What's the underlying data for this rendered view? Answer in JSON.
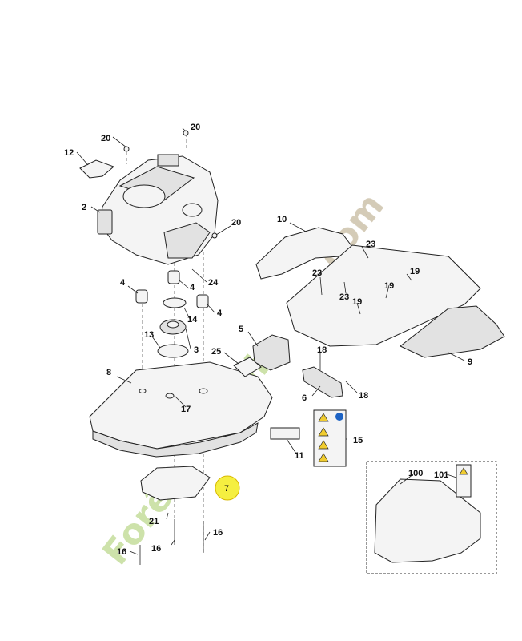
{
  "callouts": {
    "c20a": "20",
    "c20b": "20",
    "c20c": "20",
    "c12": "12",
    "c2": "2",
    "c24": "24",
    "c4a": "4",
    "c4b": "4",
    "c14": "14",
    "c13": "13",
    "c3": "3",
    "c10": "10",
    "c23a": "23",
    "c23b": "23",
    "c23c": "23",
    "c19a": "19",
    "c19b": "19",
    "c19c": "19",
    "c5": "5",
    "c25": "25",
    "c18a": "18",
    "c18b": "18",
    "c6": "6",
    "c9": "9",
    "c8": "8",
    "c17": "17",
    "c15": "15",
    "c11": "11",
    "c7": "7",
    "c21": "21",
    "c16a": "16",
    "c16b": "16",
    "c16c": "16",
    "c100": "100",
    "c101": "101"
  },
  "watermark": {
    "brand_part1": "Forêt",
    "brand_part2": "jardin",
    "brand_part3": ".com",
    "colors": {
      "green": "#c5dd9b",
      "orange": "#f3c27a",
      "tan": "#cdc2aa"
    }
  },
  "highlight": {
    "color": "#f5ef40",
    "stroke": "#d8b800"
  }
}
